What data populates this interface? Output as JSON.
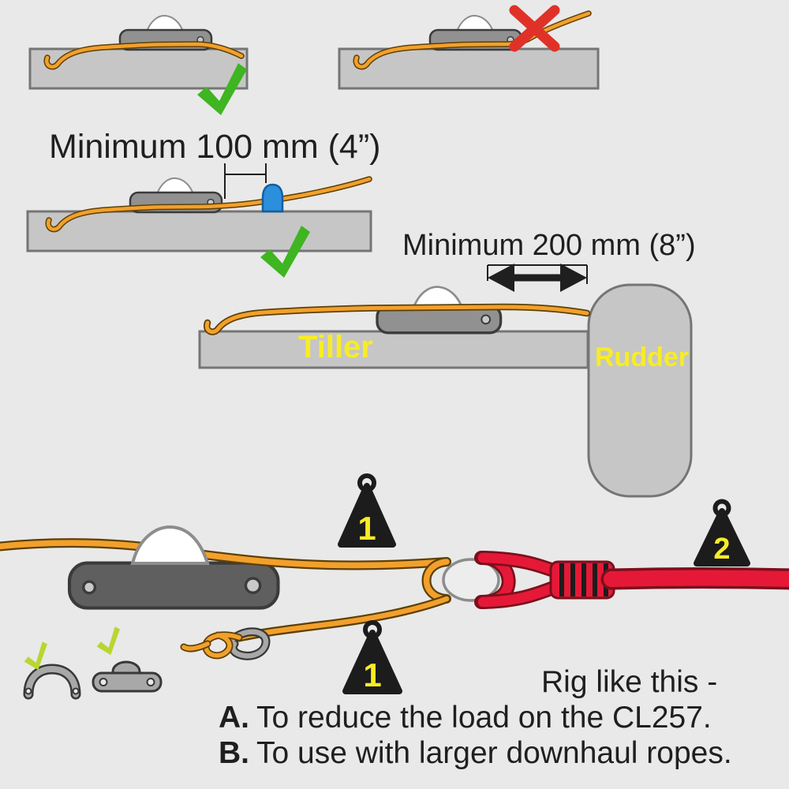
{
  "colors": {
    "page_bg": "#e9e9e9",
    "bar_fill": "#c6c6c6",
    "bar_outline": "#757575",
    "cleat_body": "#919191",
    "cleat_body_dark": "#5f5f5f",
    "cleat_outline": "#3b3b3b",
    "cleat_fin": "#ffffff",
    "cleat_fin_outline": "#8d8d8d",
    "cleat_rivet": "#c9c9c9",
    "rope_orange": "#f2a02c",
    "rope_outline": "#5d4006",
    "rope_red": "#e51937",
    "rope_red_dark": "#7c0f1d",
    "check_green": "#3eb521",
    "check_lime": "#b8d631",
    "cross_red": "#e03128",
    "stopper_blue": "#2b8fdc",
    "stopper_blue_dark": "#145f9e",
    "label_yellow": "#f8ec26",
    "metal_gray": "#a8a8a8",
    "metal_dark": "#383838",
    "weight_black": "#1c1c1c",
    "thimble_fill": "#ededed",
    "thimble_outline": "#8c8c8c",
    "text_color": "#1f1f1f"
  },
  "labels": {
    "min_100": "Minimum 100 mm (4”)",
    "min_200": "Minimum 200 mm (8”)",
    "tiller": "Tiller",
    "rudder": "Rudder",
    "weight_1_upper": "1",
    "weight_1_lower": "1",
    "weight_2": "2",
    "rig_title": "Rig like this -",
    "rig_a_prefix": "A.",
    "rig_a_text": "To reduce the load on the CL257.",
    "rig_b_prefix": "B.",
    "rig_b_text": "To use with larger downhaul ropes."
  }
}
